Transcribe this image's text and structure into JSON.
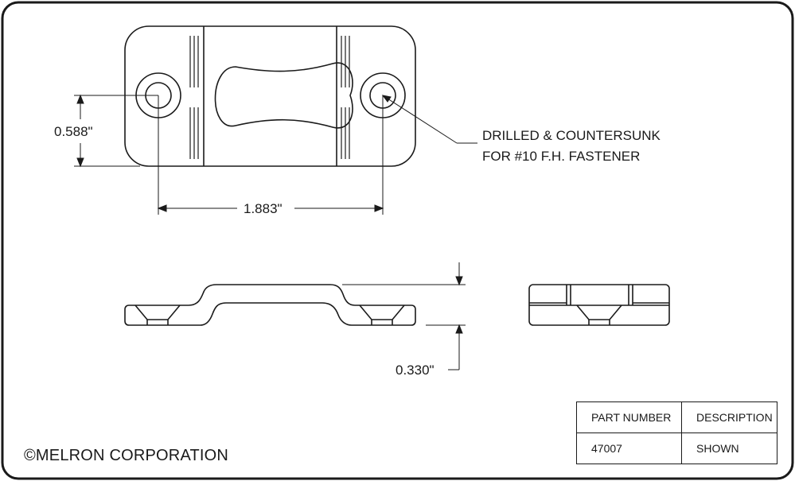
{
  "dimensions": {
    "width": "0.588\"",
    "hole_spacing": "1.883\"",
    "height": "0.330\""
  },
  "note": {
    "line1": "DRILLED & COUNTERSUNK",
    "line2": "FOR #10 F.H. FASTENER"
  },
  "table": {
    "headers": [
      "PART NUMBER",
      "DESCRIPTION"
    ],
    "rows": [
      [
        "47007",
        "SHOWN"
      ]
    ]
  },
  "copyright": "©MELRON CORPORATION"
}
